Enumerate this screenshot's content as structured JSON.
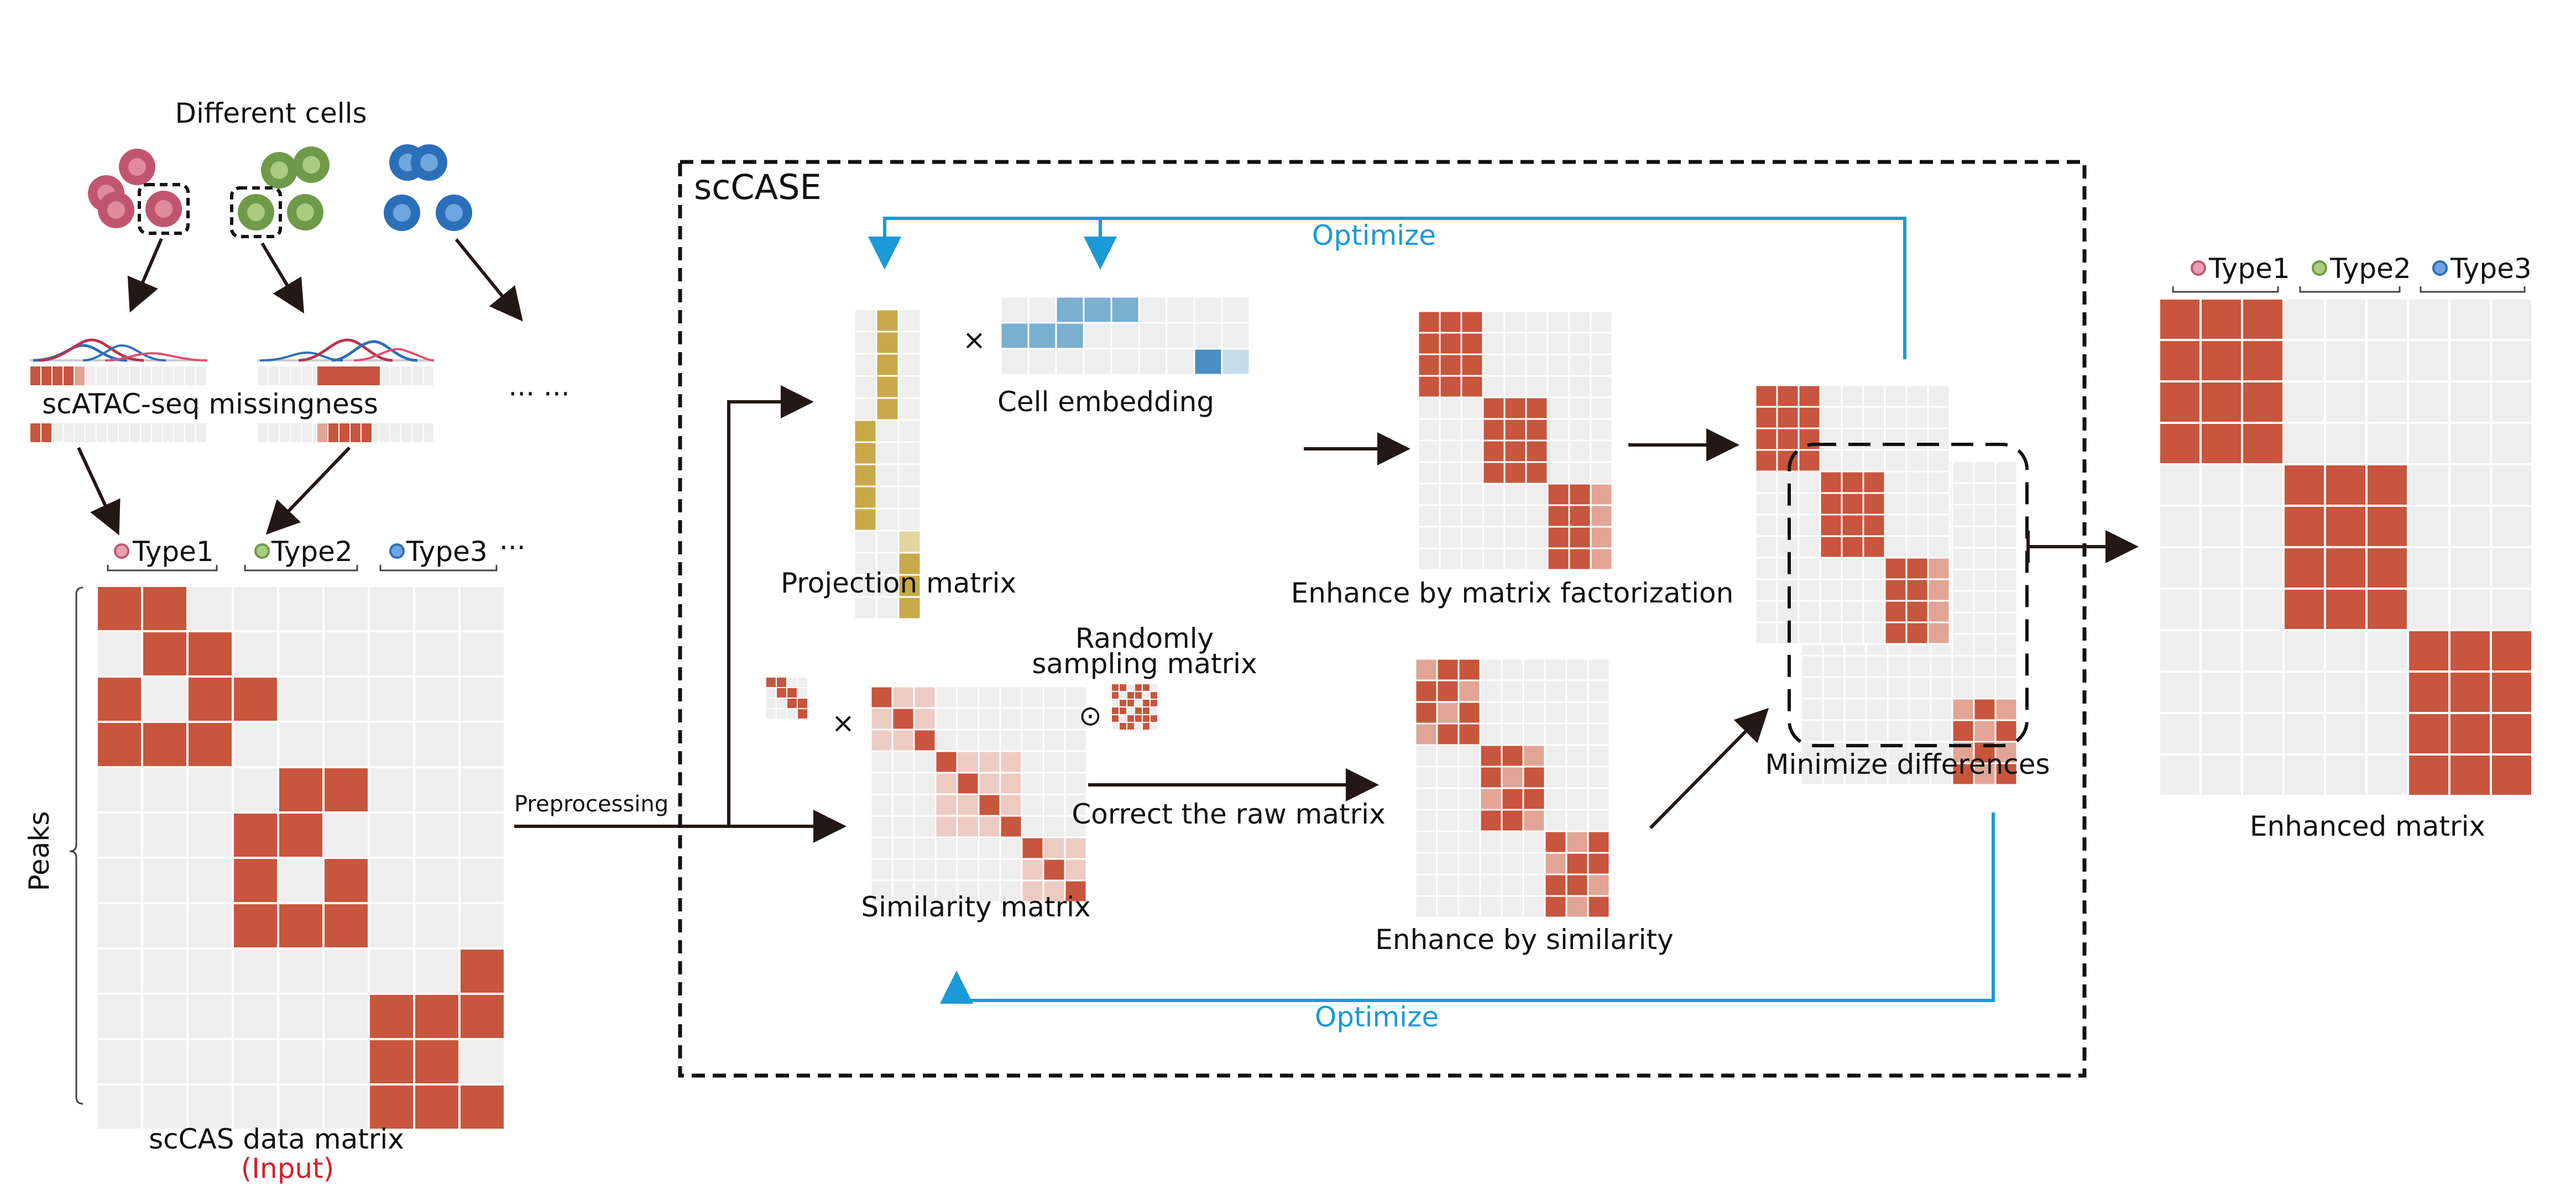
{
  "labels": {
    "different_cells": "Different cells",
    "scatac_missingness": "scATAC-seq missingness",
    "ellipsis": "··· ···",
    "type1": "Type1",
    "type2": "Type2",
    "type3": "Type3",
    "type_more": "···",
    "peaks": "Peaks",
    "data_matrix": "scCAS data matrix",
    "input": "(Input)",
    "preprocessing": "Preprocessing",
    "sccase": "scCASE",
    "optimize_top": "Optimize",
    "optimize_bottom": "Optimize",
    "projection_matrix": "Projection matrix",
    "times": "×",
    "cell_embedding": "Cell embedding",
    "enhance_factorization": "Enhance by matrix factorization",
    "randomly": "Randomly",
    "sampling_matrix": "sampling matrix",
    "odot": "⊙",
    "similarity_matrix": "Similarity matrix",
    "correct_raw": "Correct the raw matrix",
    "enhance_similarity": "Enhance by similarity",
    "minimize_differences": "Minimize differences",
    "enhanced_matrix": "Enhanced matrix"
  },
  "colors": {
    "matrix_red": "#c8553d",
    "matrix_light_red": "#e2a595",
    "matrix_pale_red": "#eecbc2",
    "matrix_empty": "#eeeeee",
    "projection_gold": "#c9a94a",
    "projection_pale_gold": "#e4d4a0",
    "embedding_blue": "#7aafd0",
    "embedding_dark_blue": "#4a8fc2",
    "embedding_pale_blue": "#c7dcea",
    "optimize_blue": "#1a9ad6",
    "input_red": "#d4202c",
    "cell_type1": "#c0566e",
    "cell_type2": "#6f9a48",
    "cell_type3": "#2c6fb9"
  }
}
